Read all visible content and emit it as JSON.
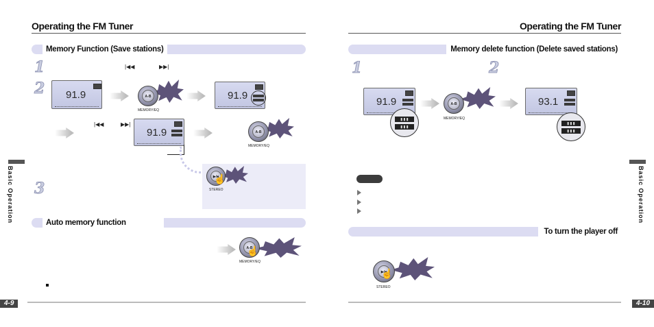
{
  "left_page": {
    "header_title": "Operating the FM Tuner",
    "section_memory": "Memory Function (Save stations)",
    "section_auto": "Auto memory function",
    "step1": "1",
    "step2": "2",
    "step3": "3",
    "freq_a": "91.9",
    "freq_b": "91.9",
    "freq_c": "91.9",
    "memory_eq_label": "MEMORY/EQ",
    "stereo_label": "STEREO",
    "btn_ab_label": "A-B",
    "play_label": "▶/■",
    "page_number": "4-9",
    "side_label": "Basic Operation"
  },
  "right_page": {
    "header_title": "Operating the FM Tuner",
    "section_delete": "Memory delete function (Delete saved stations)",
    "section_off": "To turn the player off",
    "step1": "1",
    "step2": "2",
    "freq_a": "91.9",
    "freq_b": "93.1",
    "memory_eq_label": "MEMORY/EQ",
    "stereo_label": "STEREO",
    "btn_ab_label": "A-B",
    "play_label": "▶/■",
    "page_number": "4-10",
    "side_label": "Basic Operation"
  },
  "colors": {
    "accent_bar": "#dcdcf2",
    "burst": "#5d5379",
    "lcd": "#c8cbe6"
  },
  "icons": [
    "prev-track-icon",
    "next-track-icon",
    "arrow-right-icon",
    "hand-press-icon",
    "note-triangle-icon"
  ]
}
